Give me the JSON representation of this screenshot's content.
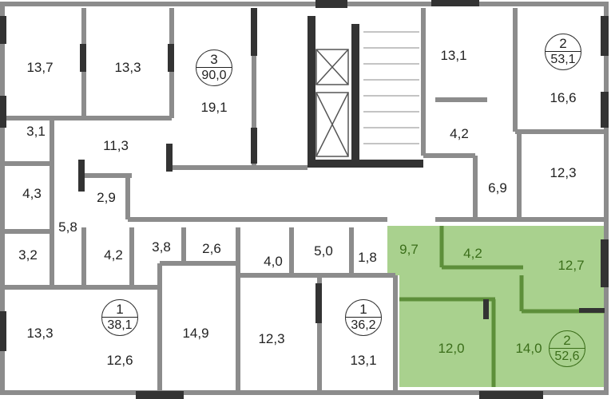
{
  "colors": {
    "highlight": "#a9d18e",
    "highlight_text": "#3b6e1a",
    "wall": "#8c8c8c",
    "wall_dark": "#333333"
  },
  "apartments": [
    {
      "rooms": "3",
      "area": "90,0",
      "highlighted": false
    },
    {
      "rooms": "2",
      "area": "53,1",
      "highlighted": false
    },
    {
      "rooms": "1",
      "area": "38,1",
      "highlighted": false
    },
    {
      "rooms": "1",
      "area": "36,2",
      "highlighted": false
    },
    {
      "rooms": "2",
      "area": "52,6",
      "highlighted": true
    }
  ],
  "rooms": [
    "13,7",
    "13,3",
    "19,1",
    "13,1",
    "16,6",
    "3,1",
    "11,3",
    "4,2",
    "4,3",
    "5,8",
    "2,9",
    "6,9",
    "12,3",
    "3,2",
    "4,2",
    "3,8",
    "2,6",
    "4,0",
    "5,0",
    "1,8",
    "9,7",
    "4,2",
    "12,7",
    "13,3",
    "12,6",
    "14,9",
    "12,3",
    "13,1",
    "12,0",
    "14,0"
  ]
}
